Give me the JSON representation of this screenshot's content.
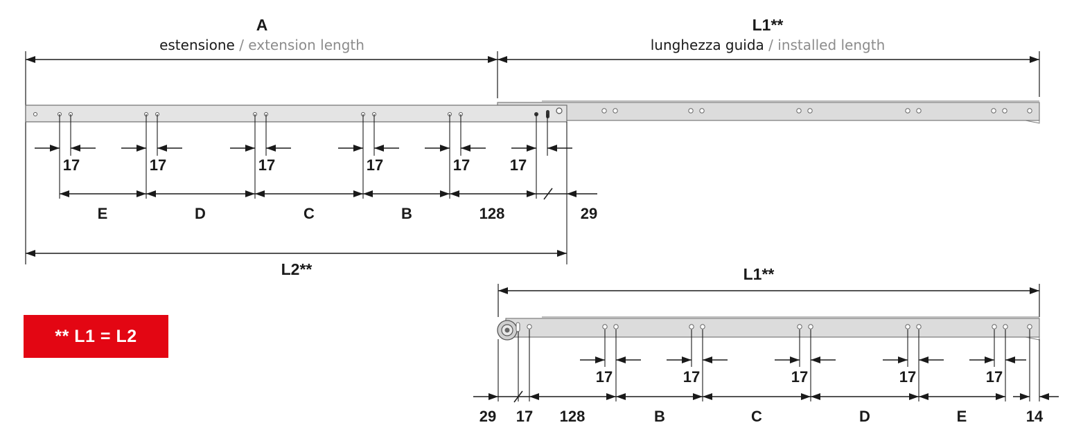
{
  "colors": {
    "accent": "#e30613",
    "line": "#1a1a1a",
    "subtitle_en": "#8c8c8c",
    "rail_fill": "#dcdcdc",
    "rail_stroke": "#7a7a7a"
  },
  "top": {
    "label_A": "A",
    "ext_it": "estensione",
    "sep": "/",
    "ext_en": "extension length",
    "label_L1": "L1**",
    "inst_it": "lunghezza guida",
    "inst_en": "installed length",
    "spacing": "17",
    "seg_E": "E",
    "seg_D": "D",
    "seg_C": "C",
    "seg_B": "B",
    "seg_128": "128",
    "end_29": "29",
    "label_L2": "L2**"
  },
  "bottom": {
    "label_L1": "L1**",
    "spacing": "17",
    "dim_29": "29",
    "dim_17": "17",
    "dim_128": "128",
    "seg_B": "B",
    "seg_C": "C",
    "seg_D": "D",
    "seg_E": "E",
    "dim_14": "14"
  },
  "note": "** L1 = L2"
}
